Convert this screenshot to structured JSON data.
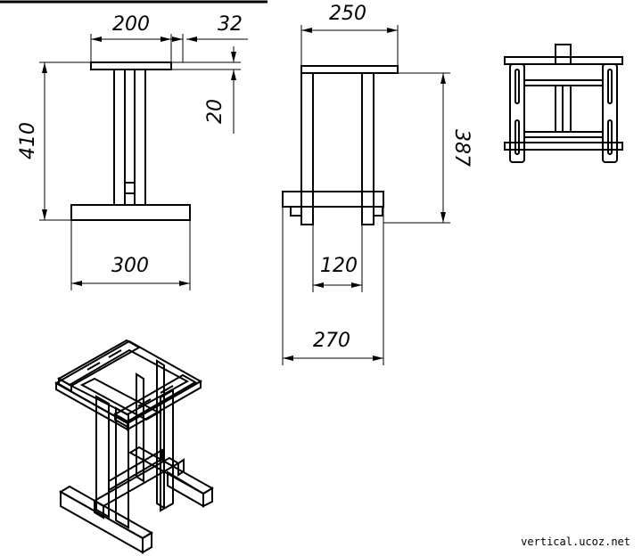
{
  "dimensions": {
    "top_width": "200",
    "top_offset": "32",
    "top_thickness": "20",
    "front_height": "410",
    "base_width": "300",
    "side_top_width": "250",
    "side_height": "387",
    "leg_spacing": "120",
    "base_depth": "270"
  },
  "watermark": "vertical.ucoz.net"
}
